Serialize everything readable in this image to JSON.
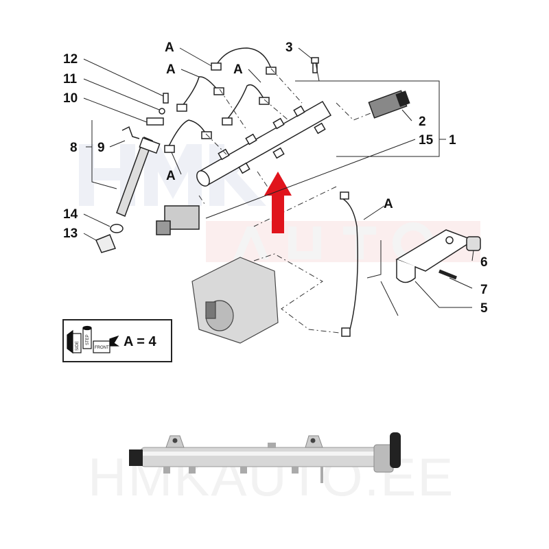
{
  "watermark_logo": "HMK AUTO",
  "watermark_text": "HMKAUTO.EE",
  "callouts": {
    "a1": "A",
    "a2": "A",
    "a3": "A",
    "a4": "A",
    "a5": "A",
    "n1": "1",
    "n2": "2",
    "n3": "3",
    "n5": "5",
    "n6": "6",
    "n7": "7",
    "n8": "8",
    "n9": "9",
    "n10": "10",
    "n11": "11",
    "n12": "12",
    "n13": "13",
    "n14": "14",
    "n15": "15"
  },
  "legend": {
    "text": "A = 4",
    "box_labels": [
      "SIDE",
      "STEP",
      "FRONT"
    ]
  },
  "colors": {
    "arrow": "#e0141c",
    "line": "#222222"
  }
}
